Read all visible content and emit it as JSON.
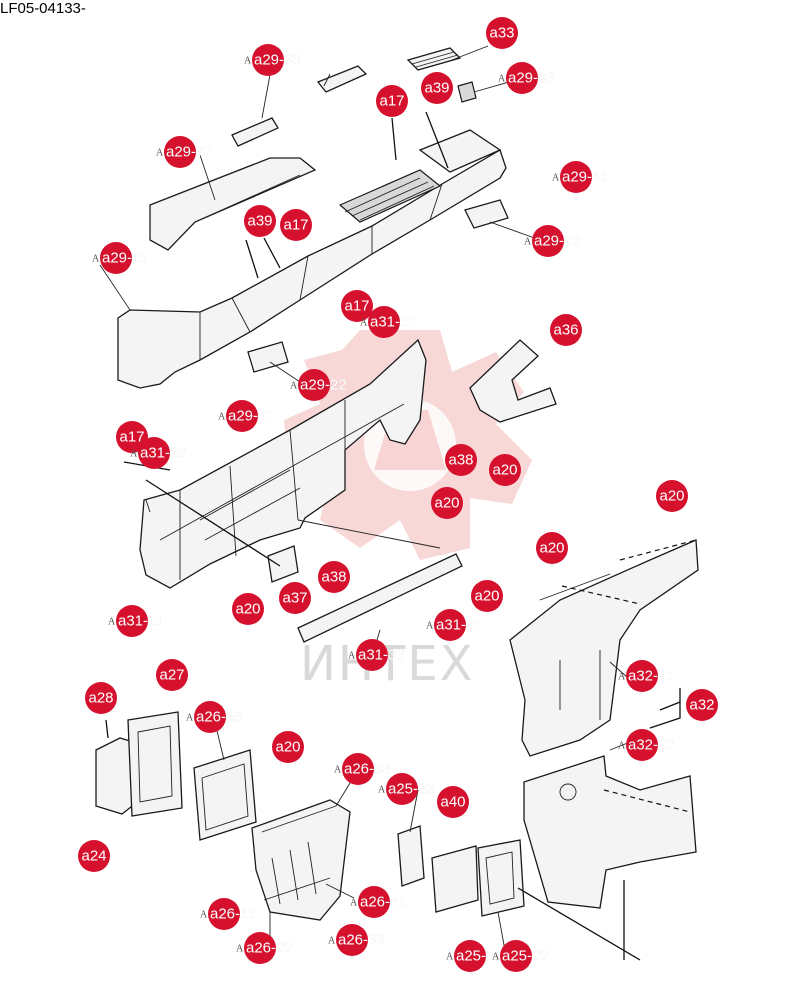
{
  "header": {
    "doc_id": "LF05-04133-"
  },
  "watermark": {
    "text": "ИНТЕХ"
  },
  "badges": [
    {
      "label": "a33"
    },
    {
      "label": "a17"
    },
    {
      "label": "a39"
    },
    {
      "label": "a17"
    },
    {
      "label": "a39"
    },
    {
      "label": "a17"
    },
    {
      "label": "a36"
    },
    {
      "label": "a17"
    },
    {
      "label": "a38"
    },
    {
      "label": "a20"
    },
    {
      "label": "a20"
    },
    {
      "label": "a20"
    },
    {
      "label": "a20"
    },
    {
      "label": "a38"
    },
    {
      "label": "a37"
    },
    {
      "label": "a20"
    },
    {
      "label": "a20"
    },
    {
      "label": "a32"
    },
    {
      "label": "a28"
    },
    {
      "label": "a27"
    },
    {
      "label": "a20"
    },
    {
      "label": "a40"
    },
    {
      "label": "a24"
    }
  ],
  "callouts": [
    {
      "prefix": "A",
      "label": "a29-33"
    },
    {
      "prefix": "A",
      "label": "a29-63"
    },
    {
      "prefix": "A",
      "label": "a29-77"
    },
    {
      "prefix": "A",
      "label": "a29-41"
    },
    {
      "prefix": "A",
      "label": "a29-22"
    },
    {
      "prefix": "A",
      "label": "a29-11"
    },
    {
      "prefix": "A",
      "label": "a31-22"
    },
    {
      "prefix": "A",
      "label": "a29-22"
    },
    {
      "prefix": "A",
      "label": "a29-41"
    },
    {
      "prefix": "A",
      "label": "a31-22"
    },
    {
      "prefix": "A",
      "label": "a31-11"
    },
    {
      "prefix": "A",
      "label": "a31-41"
    },
    {
      "prefix": "A",
      "label": "a31-33"
    },
    {
      "prefix": "A",
      "label": "a32-11"
    },
    {
      "prefix": "A",
      "label": "a32-22"
    },
    {
      "prefix": "A",
      "label": "a26-55"
    },
    {
      "prefix": "A",
      "label": "a26-33"
    },
    {
      "prefix": "A",
      "label": "a25-33"
    },
    {
      "prefix": "A",
      "label": "a26-41"
    },
    {
      "prefix": "A",
      "label": "a26-11"
    },
    {
      "prefix": "A",
      "label": "a26-22"
    },
    {
      "prefix": "A",
      "label": "a26-33"
    },
    {
      "prefix": "A",
      "label": "a25-11"
    },
    {
      "prefix": "A",
      "label": "a25-22"
    }
  ]
}
